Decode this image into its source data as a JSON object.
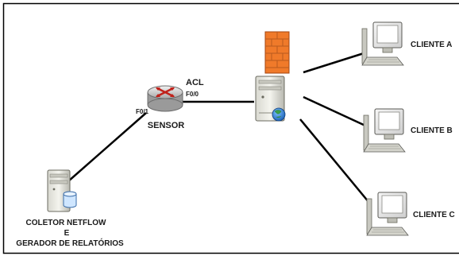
{
  "diagram": {
    "labels": {
      "acl": "ACL",
      "port_f00": "F0/0",
      "port_f01": "F0/1",
      "sensor": "SENSOR",
      "collector_line1": "COLETOR NETFLOW",
      "collector_line2": "E",
      "collector_line3": "GERADOR DE RELATÓRIOS",
      "client_a": "CLIENTE A",
      "client_b": "CLIENTE B",
      "client_c": "CLIENTE C"
    },
    "icons": {
      "router": "router-icon",
      "firewall": "firewall-icon",
      "server": "web-server-icon",
      "collector": "database-server-icon",
      "pc": "desktop-computer-icon"
    }
  }
}
